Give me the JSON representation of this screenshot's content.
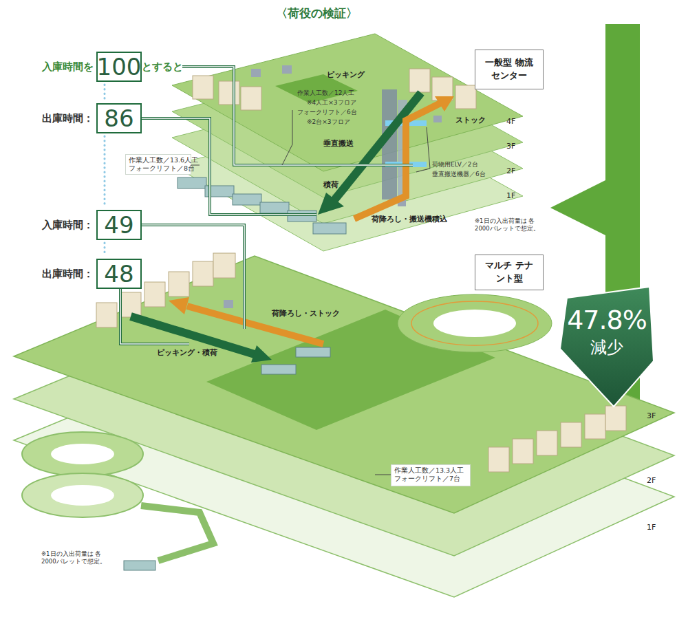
{
  "diagram": {
    "title": "〈荷役の検証〉",
    "nodes": [
      {
        "text": [
          "入庫時間を",
          "100",
          "とすると"
        ]
      },
      {
        "text": [
          "出庫時間：",
          "86"
        ]
      },
      {
        "text": [
          "作業人工数／13.6人工",
          "フォークリフト／8台"
        ]
      },
      {
        "text": [
          "入庫時間：",
          "49"
        ]
      },
      {
        "text": [
          "出庫時間：",
          "48"
        ]
      },
      {
        "text": [
          "一般型 物流センター"
        ]
      },
      {
        "text": [
          "マルチ テナント型"
        ]
      },
      {
        "text": [
          "47.8%",
          "減少"
        ]
      },
      {
        "text": [
          "作業人工数／13.3人工",
          "フォークリフト／7台"
        ]
      }
    ],
    "edges": [
      {
        "from": 0,
        "to": 1,
        "arrow": "none"
      },
      {
        "from": 1,
        "to": 3,
        "arrow": "none"
      },
      {
        "from": 3,
        "to": 4,
        "arrow": "none"
      }
    ],
    "labels": [
      "ピッキング",
      "作業人工数／12人工",
      "※4人工×3フロア",
      "フォークリフト／6台",
      "※2台×3フロア",
      "ストック",
      "4F",
      "3F",
      "垂直搬送",
      "2F",
      "荷物用ELV／2台",
      "垂直搬送機器／6台",
      "積荷",
      "1F",
      "荷降ろし・搬送機積込",
      "※1日の入出荷量は 各2000パレットで想定。",
      "荷降ろし・ストック",
      "ピッキング・積荷",
      "3F",
      "2F",
      "1F",
      "※1日の入出荷量は 各2000パレットで想定。"
    ]
  }
}
